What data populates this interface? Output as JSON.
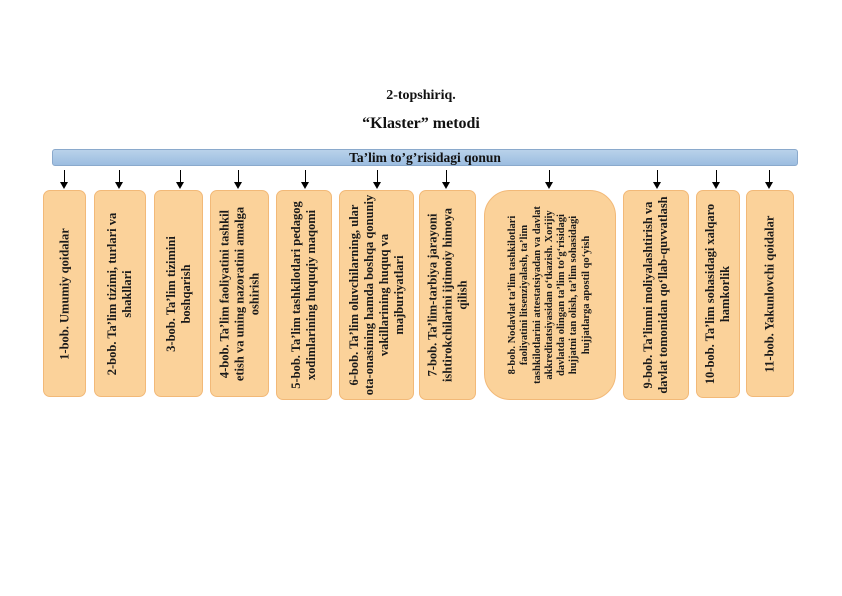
{
  "heading": {
    "task_number": "2-topshiriq.",
    "method_title": "“Klaster” metodi"
  },
  "root": {
    "label": "Ta’lim to’g’risidagi qonun"
  },
  "chapters": [
    {
      "label": "1-bob. Umumiy qoidalar"
    },
    {
      "label": "2-bob. Ta’lim tizimi, turlari va shakllari"
    },
    {
      "label": "3-bob. Ta’lim tizimini boshqarish"
    },
    {
      "label": "4-bob. Ta’lim faoliyatini tashkil etish va uning nazoratini amalga oshirish"
    },
    {
      "label": "5-bob. Ta’lim tashkilotlari pedagog xodimlarining huquqiy maqomi"
    },
    {
      "label": "6-bob. Ta’lim oluvchilarning, ular ota-onasining hamda boshqa qonuniy vakillarining huquq va majburiyatlari"
    },
    {
      "label": "7-bob. Ta’lim-tarbiya jarayoni ishtirokchilarini ijtimoiy himoya qilish"
    },
    {
      "label": "8-bob. Nodavlat ta’lim tashkilotlari faoliyatini litsenziyalash, ta’lim tashkilotlarini attestatsiyadan va davlat akkreditatsiyasidan o‘tkazish. Xorijiy davlatda olingan ta’lim to‘g‘risidagi hujjatni tan olish, ta’lim sohasidagi hujjatlarga apostil qo‘yish"
    },
    {
      "label": "9-bob. Ta’limni moliyalashtirish va davlat tomonidan qo‘llab-quvvatlash"
    },
    {
      "label": "10-bob. Ta’lim sohasidagi xalqaro hamkorlik"
    },
    {
      "label": "11-bob. Yakunlovchi qoidalar"
    }
  ]
}
